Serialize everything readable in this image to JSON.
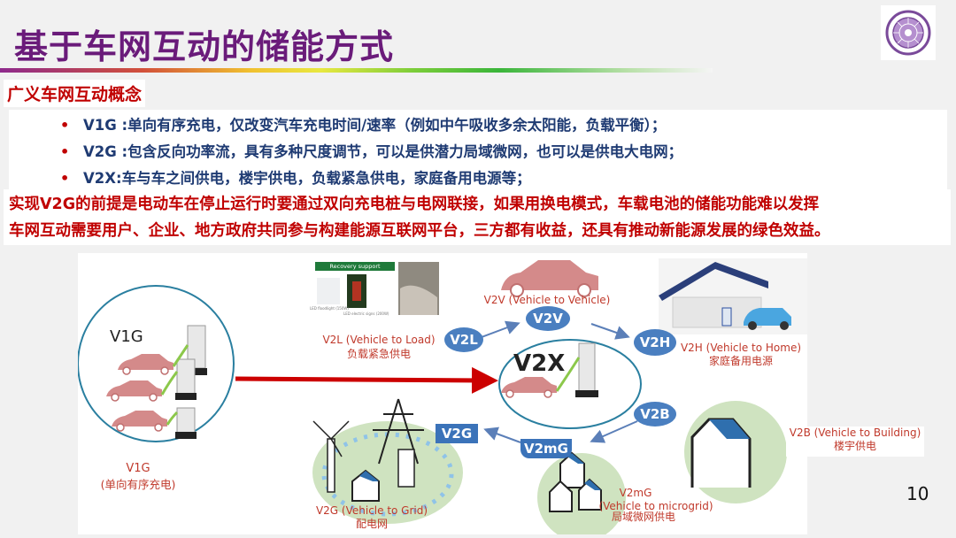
{
  "slide": {
    "title": "基于车网互动的储能方式",
    "subheading": "广义车网互动概念",
    "page_number": "10",
    "colors": {
      "title": "#6a1b7a",
      "red": "#c00000",
      "navy": "#1f3b73",
      "pill": "#4a7fc0"
    }
  },
  "bullets": [
    {
      "marker": "•",
      "text": "V1G :单向有序充电，仅改变汽车充电时间/速率（例如中午吸收多余太阳能，负载平衡）；"
    },
    {
      "marker": "•",
      "text": "V2G :包含反向功率流，具有多种尺度调节，可以是供潜力局域微网，也可以是供电大电网；"
    },
    {
      "marker": "•",
      "text": "V2X:车与车之间供电，楼宇供电，负载紧急供电，家庭备用电源等；"
    }
  ],
  "notes": [
    "实现V2G的前提是电动车在停止运行时要通过双向充电桩与电网联接，如果用换电模式，车载电池的储能功能难以发挥",
    "车网互动需要用户、企业、地方政府共同参与构建能源互联网平台，三方都有收益，还具有推动新能源发展的绿色效益。"
  ],
  "diagram": {
    "v1g_circle_label": "V1G",
    "v1g_caption": "V1G",
    "v1g_caption_cn": "(单向有序充电)",
    "recovery_banner": "Recovery support",
    "recovery_caption_1": "LED floodlight (150W)",
    "recovery_caption_2": "LED electric signs (200W)",
    "v2l_label": "V2L (Vehicle to Load)",
    "v2l_cn": "负载紧急供电",
    "v2l_pill": "V2L",
    "v2v_label": "V2V (Vehicle to Vehicle)",
    "v2v_pill": "V2V",
    "v2h_pill": "V2H",
    "v2h_label": "V2H (Vehicle to Home)",
    "v2h_cn": "家庭备用电源",
    "v2x_center": "V2X",
    "v2b_pill": "V2B",
    "v2b_label": "V2B (Vehicle to Building)",
    "v2b_cn": "楼宇供电",
    "v2mg_pill": "V2mG",
    "v2mg_label": "V2mG",
    "v2mg_label_en": "(Vehicle to microgrid)",
    "v2mg_cn": "局域微网供电",
    "v2g_pill": "V2G",
    "v2g_label": "V2G (Vehicle to Grid)",
    "v2g_cn": "配电网"
  }
}
